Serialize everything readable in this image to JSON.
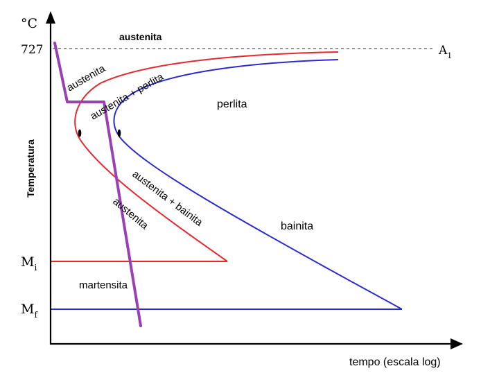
{
  "axes": {
    "y_unit": "°C",
    "y_label": "Temperatura",
    "x_label": "tempo (escala log)",
    "tick_727": "727",
    "a1": "A",
    "a1_sub": "1",
    "mi": "M",
    "mi_sub": "i",
    "mf": "M",
    "mf_sub": "f"
  },
  "regions": {
    "austenita_top": "austenita",
    "austenita_left": "austenita",
    "austenita_perlita": "austenita + perlita",
    "perlita": "perlita",
    "austenita_bainita": "austenita + bainita",
    "austenita_lower": "austenita",
    "bainita": "bainita",
    "martensita": "martensita"
  },
  "colors": {
    "start_curve": "#e8262d",
    "end_curve": "#2a2ad0",
    "cooling_path": "#9b3fb5",
    "axis": "#000000",
    "a1_line": "#555555"
  }
}
